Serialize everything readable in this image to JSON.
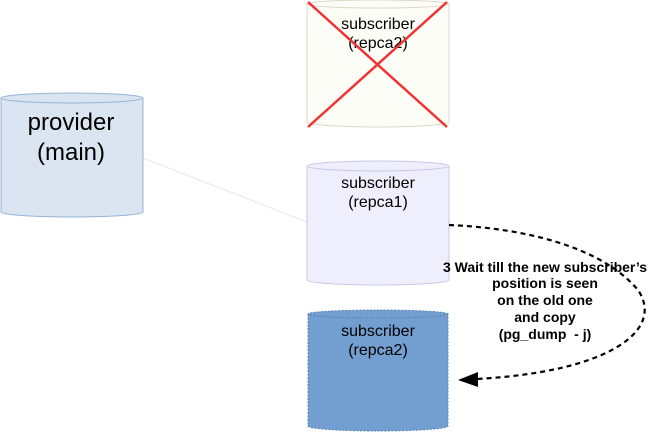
{
  "nodes": {
    "provider": {
      "line1": "provider",
      "line2": "(main)",
      "fill": "#dbe5f1",
      "stroke": "#95b3d7"
    },
    "removed_subscriber": {
      "line1": "subscriber",
      "line2": "(repca2)",
      "fill": "#fdfdf7",
      "stroke": "#d9d9c8",
      "cross_color": "#ee3333"
    },
    "old_subscriber": {
      "line1": "subscriber",
      "line2": "(repca1)",
      "fill": "#eeeefc",
      "stroke": "#c8c8ea"
    },
    "new_subscriber": {
      "line1": "subscriber",
      "line2": "(repca2)",
      "fill": "#729fcf",
      "stroke": "#5a84b8"
    }
  },
  "annotation": {
    "lines": [
      "3 Wait till the new subscriber’s",
      "position is seen",
      "on the old one",
      "and copy",
      "(pg_dump  - j)"
    ]
  },
  "colors": {
    "arrow": "#000000",
    "faint_connector": "#e8e8e8"
  }
}
